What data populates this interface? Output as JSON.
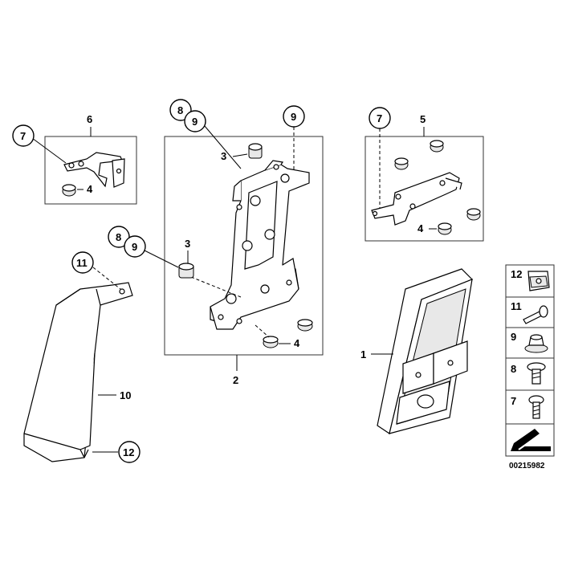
{
  "callouts": {
    "c7_left": "7",
    "c6": "6",
    "c4_left": "4",
    "c8_top": "8",
    "c9_top": "9",
    "c9_right": "9",
    "c3_top": "3",
    "c8_mid": "8",
    "c9_mid": "9",
    "c3_mid": "3",
    "c4_mid": "4",
    "c2": "2",
    "c11": "11",
    "c10": "10",
    "c12": "12",
    "c7_right": "7",
    "c5": "5",
    "c4_right": "4",
    "c1": "1"
  },
  "legend": {
    "items": [
      {
        "num": "12",
        "icon": "clip-nut-icon"
      },
      {
        "num": "11",
        "icon": "rivet-icon"
      },
      {
        "num": "9",
        "icon": "hex-nut-icon"
      },
      {
        "num": "8",
        "icon": "screw-icon"
      },
      {
        "num": "7",
        "icon": "bolt-icon"
      }
    ],
    "diagram_id": "00215982"
  }
}
